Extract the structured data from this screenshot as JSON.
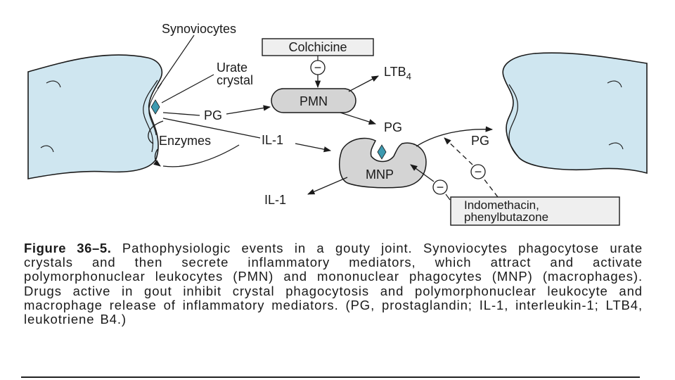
{
  "diagram": {
    "labels": {
      "synoviocytes": "Synoviocytes",
      "urate_line1": "Urate",
      "urate_line2": "crystal",
      "colchicine": "Colchicine",
      "pmn": "PMN",
      "ltb4_main": "LTB",
      "ltb4_sub": "4",
      "pg_left": "PG",
      "pg_mid": "PG",
      "pg_right": "PG",
      "enzymes": "Enzymes",
      "il1_top": "IL-1",
      "il1_bottom": "IL-1",
      "mnp": "MNP",
      "drug_line1": "Indomethacin,",
      "drug_line2": "phenylbutazone",
      "inhibit_symbol": "−"
    },
    "colors": {
      "tissue": "#cfe6f0",
      "cell": "#d4d4d4",
      "crystal": "#3d9ab0",
      "box": "#efefef",
      "line": "#1a1a1a"
    }
  },
  "caption": {
    "figure_number": "Figure 36–5.",
    "text": "Pathophysiologic events in a gouty joint. Synoviocytes phagocytose urate crystals and then secrete inflammatory mediators, which attract and activate polymorphonuclear leukocytes (PMN) and mononuclear phagocytes (MNP) (macrophages). Drugs active in gout inhibit crystal phagocytosis and polymorphonuclear leukocyte and macrophage release of inflammatory mediators. (PG, prostaglandin; IL-1, interleukin-1; LTB4, leukotriene B4.)"
  }
}
